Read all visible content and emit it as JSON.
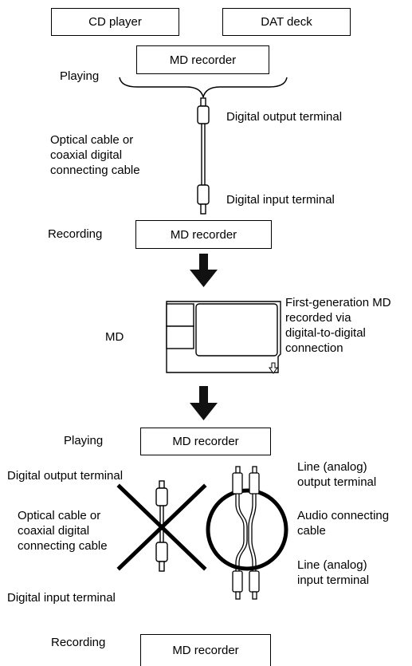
{
  "top": {
    "sources": [
      "CD player",
      "DAT deck"
    ],
    "play_device": "MD recorder",
    "playing_label": "Playing",
    "output_terminal": "Digital output terminal",
    "cable_label": [
      "Optical cable or",
      "coaxial digital",
      "connecting cable"
    ],
    "input_terminal": "Digital input terminal",
    "recording_label": "Recording",
    "record_device": "MD recorder"
  },
  "middle": {
    "disc_label": "MD",
    "disc_note": [
      "First-generation MD",
      "recorded via",
      "digital-to-digital",
      "connection"
    ]
  },
  "bottom": {
    "playing_label": "Playing",
    "play_device": "MD recorder",
    "digital_output_terminal": "Digital output terminal",
    "digital_cable_label": [
      "Optical cable or",
      "coaxial digital",
      "connecting cable"
    ],
    "digital_input_terminal": "Digital input terminal",
    "analog_output_terminal": [
      "Line (analog)",
      "output terminal"
    ],
    "audio_cable_label": [
      "Audio connecting",
      "cable"
    ],
    "analog_input_terminal": [
      "Line (analog)",
      "input terminal"
    ],
    "recording_label": "Recording",
    "record_device": "MD recorder"
  }
}
